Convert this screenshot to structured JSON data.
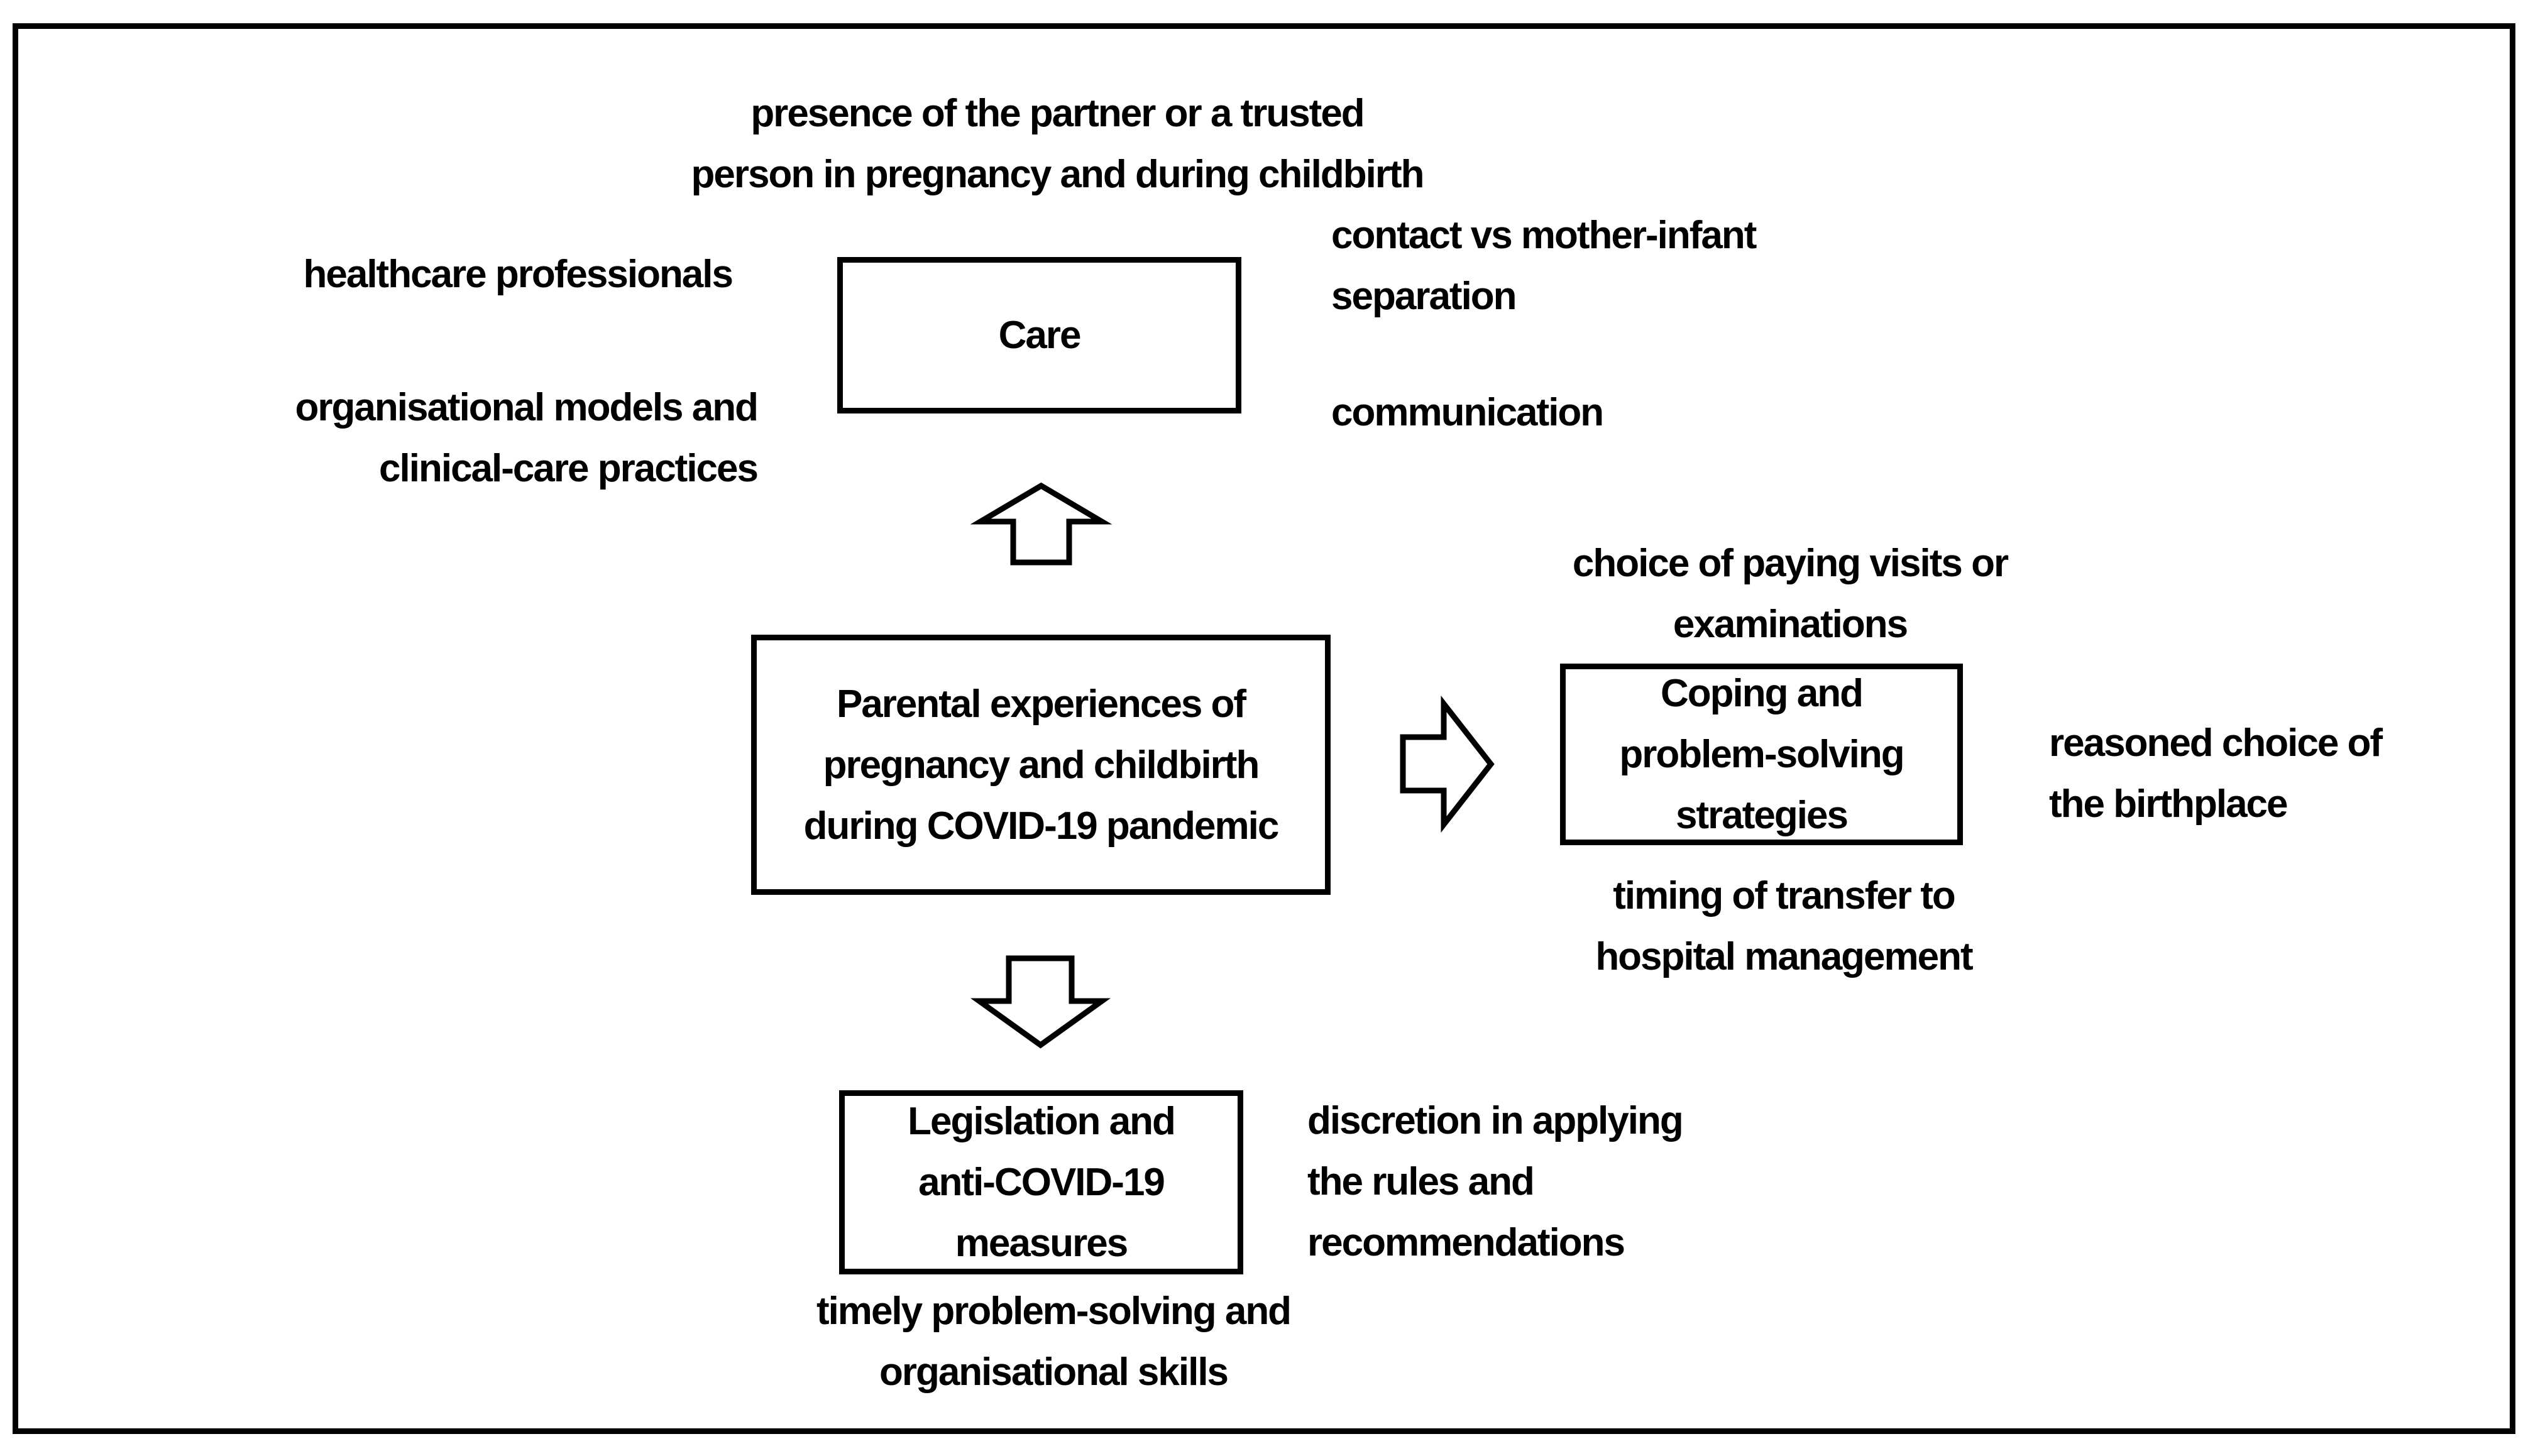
{
  "figure": {
    "colors": {
      "ink": "#000000",
      "background": "#ffffff"
    },
    "central_box": {
      "lines": [
        "Parental experiences of",
        "pregnancy and childbirth",
        "during COVID-19 pandemic"
      ]
    },
    "care_box": {
      "label": "Care"
    },
    "coping_box": {
      "lines": [
        "Coping and",
        "problem-solving",
        "strategies"
      ]
    },
    "legislation_box": {
      "lines": [
        "Legislation and",
        "anti-COVID-19",
        "measures"
      ]
    },
    "labels": {
      "top_presence": {
        "lines": [
          "presence of the partner or a trusted",
          "person in pregnancy and during childbirth"
        ]
      },
      "healthcare": {
        "text": "healthcare professionals"
      },
      "org_models": {
        "lines": [
          "organisational models and",
          "clinical-care practices"
        ]
      },
      "contact": {
        "lines": [
          "contact vs mother-infant",
          "separation"
        ]
      },
      "communication": {
        "text": "communication"
      },
      "choice_visits": {
        "lines": [
          "choice of paying visits or",
          "examinations"
        ]
      },
      "reasoned_choice": {
        "lines": [
          "reasoned choice of",
          "the birthplace"
        ]
      },
      "timing_transfer": {
        "lines": [
          "timing of transfer to",
          "hospital management"
        ]
      },
      "discretion": {
        "lines": [
          "discretion in applying",
          "the rules and",
          "recommendations"
        ]
      },
      "timely": {
        "lines": [
          "timely problem-solving and",
          "organisational skills"
        ]
      }
    },
    "icons": {
      "up_arrow": "up-block-arrow",
      "right_arrow": "right-block-arrow",
      "down_arrow": "down-block-arrow"
    }
  }
}
